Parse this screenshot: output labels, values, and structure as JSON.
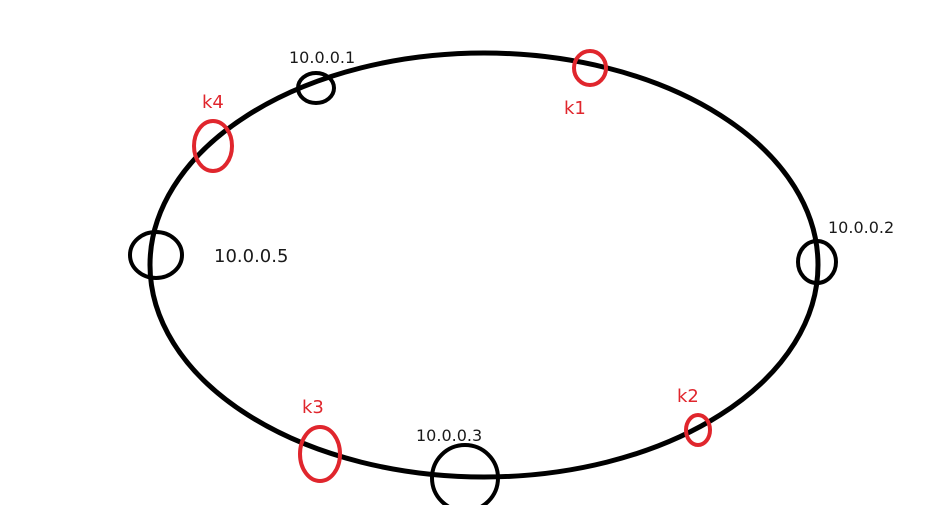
{
  "colors": {
    "ring": "#000000",
    "server": "#000000",
    "key": "#e0262d"
  },
  "servers": [
    {
      "id": "s1",
      "label": "10.0.0.1"
    },
    {
      "id": "s2",
      "label": "10.0.0.2"
    },
    {
      "id": "s3",
      "label": "10.0.0.3"
    },
    {
      "id": "s5",
      "label": "10.0.0.5"
    }
  ],
  "keys": [
    {
      "id": "k1",
      "label": "k1"
    },
    {
      "id": "k2",
      "label": "k2"
    },
    {
      "id": "k3",
      "label": "k3"
    },
    {
      "id": "k4",
      "label": "k4"
    }
  ]
}
